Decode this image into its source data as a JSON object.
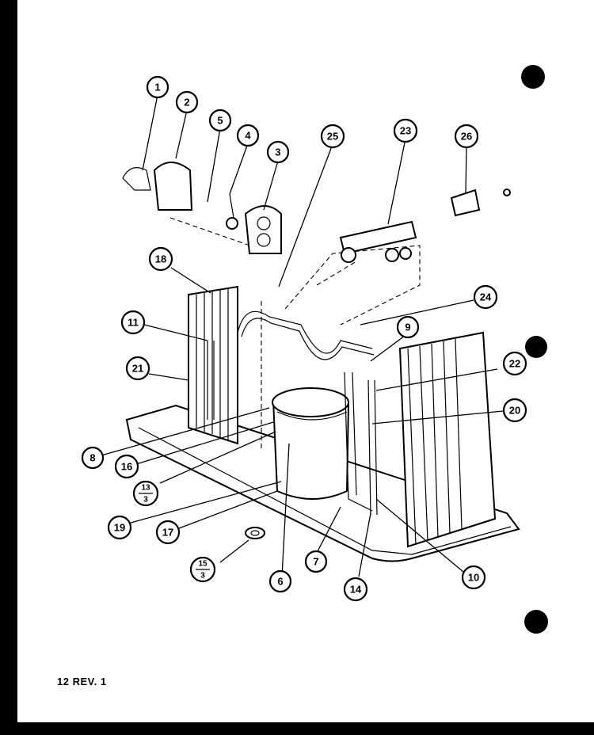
{
  "page_ref": "12 REV. 1",
  "callouts": {
    "c1": "1",
    "c2": "2",
    "c3": "3",
    "c4": "4",
    "c5": "5",
    "c6": "6",
    "c7": "7",
    "c8": "8",
    "c9": "9",
    "c10": "10",
    "c11": "11",
    "c14": "14",
    "c16": "16",
    "c17": "17",
    "c18": "18",
    "c19": "19",
    "c20": "20",
    "c21": "21",
    "c22": "22",
    "c23": "23",
    "c24": "24",
    "c25": "25",
    "c26": "26",
    "f13_top": "13",
    "f13_bottom": "3",
    "f15_top": "15",
    "f15_bottom": "3"
  }
}
